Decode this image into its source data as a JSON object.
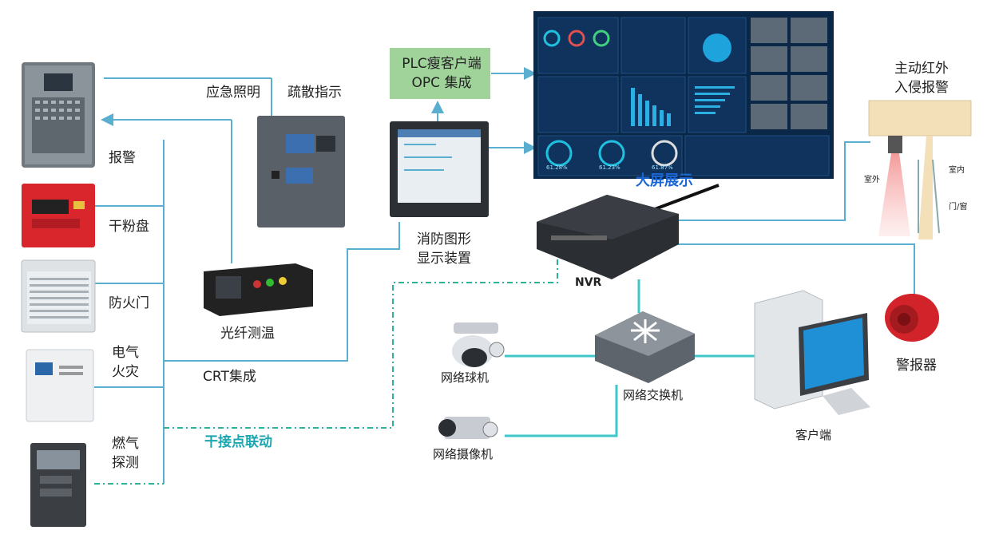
{
  "labels": {
    "emergency_lighting": "应急照明",
    "evacuation": "疏散指示",
    "plc_client_l1": "PLC瘦客户端",
    "plc_client_l2": "OPC 集成",
    "alarm": "报警",
    "dry_powder": "干粉盘",
    "fire_door": "防火门",
    "electrical_fire_l1": "电气",
    "electrical_fire_l2": "火灾",
    "gas_detect_l1": "燃气",
    "gas_detect_l2": "探测",
    "fiber_temp": "光纤测温",
    "crt": "CRT集成",
    "fire_display_l1": "消防图形",
    "fire_display_l2": "显示装置",
    "dry_contact": "干接点联动",
    "nvr": "NVR",
    "big_screen": "大屏展示",
    "infrared_l1": "主动红外",
    "infrared_l2": "入侵报警",
    "outdoor": "室外",
    "indoor": "室内",
    "door_window": "门/窗",
    "dome_camera": "网络球机",
    "ip_camera": "网络摄像机",
    "switch": "网络交换机",
    "client": "客户端",
    "siren": "警报器"
  },
  "dashboard": {
    "gauges": [
      "61.28%",
      "61.23%",
      "61.87%"
    ]
  },
  "colors": {
    "line": "#5aaed0",
    "teal_line": "#3ec6c8",
    "dashed": "#2bb39a",
    "screen_bg": "#0b2748",
    "plc_box": "#9fd39a"
  }
}
